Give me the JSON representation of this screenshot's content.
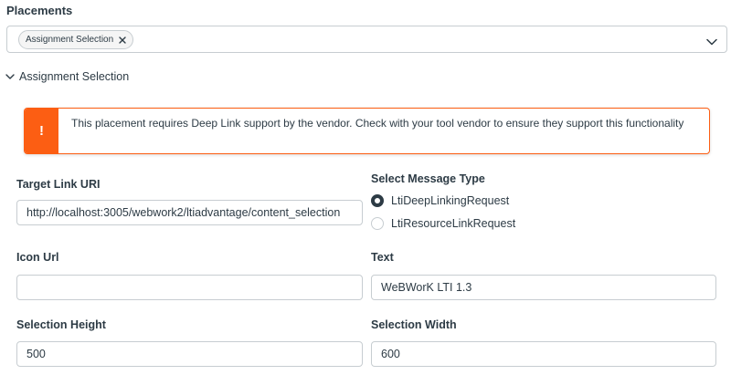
{
  "placements": {
    "label": "Placements",
    "selected_tags": [
      {
        "label": "Assignment Selection"
      }
    ]
  },
  "section": {
    "title": "Assignment Selection"
  },
  "alert": {
    "icon": "!",
    "message": "This placement requires Deep Link support by the vendor. Check with your tool vendor to ensure they support this functionality",
    "color": "#fc5e13"
  },
  "form": {
    "target_link_uri": {
      "label": "Target Link URI",
      "value": "http://localhost:3005/webwork2/ltiadvantage/content_selection"
    },
    "message_type": {
      "label": "Select Message Type",
      "options": [
        {
          "label": "LtiDeepLinkingRequest",
          "checked": true
        },
        {
          "label": "LtiResourceLinkRequest",
          "checked": false
        }
      ]
    },
    "icon_url": {
      "label": "Icon Url",
      "value": ""
    },
    "text": {
      "label": "Text",
      "value": "WeBWorK LTI 1.3"
    },
    "selection_height": {
      "label": "Selection Height",
      "value": "500"
    },
    "selection_width": {
      "label": "Selection Width",
      "value": "600"
    }
  }
}
